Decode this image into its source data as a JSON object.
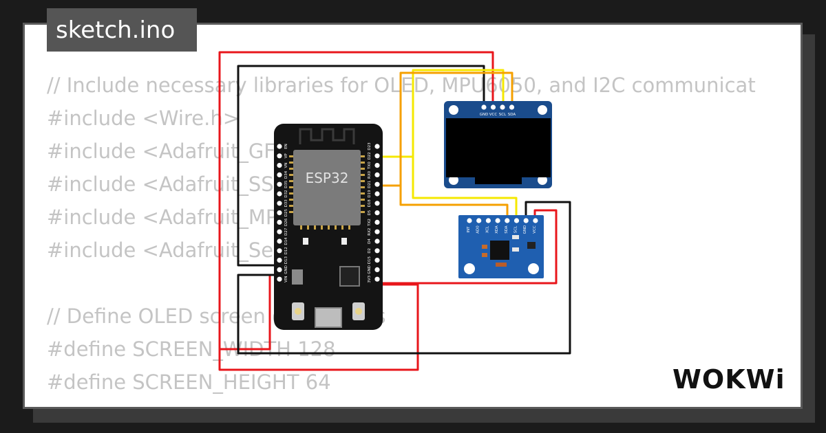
{
  "window": {
    "file_tab_label": "sketch.ino"
  },
  "code_lines": [
    "// Include necessary libraries for OLED, MPU6050, and I2C communicat",
    "#include <Wire.h>",
    "#include <Adafruit_GFX.h>",
    "#include <Adafruit_SSD1306.h>",
    "#include <Adafruit_MPU6050.h>",
    "#include <Adafruit_Sensor.h>",
    "",
    "// Define OLED screen dimensions",
    "#define SCREEN_WIDTH 128",
    "#define SCREEN_HEIGHT 64"
  ],
  "esp32": {
    "chip_label": "ESP32",
    "pins_right": [
      "D23",
      "D22",
      "TX0",
      "RX0",
      "D21",
      "D19",
      "D18",
      "D5",
      "TX2",
      "RX2",
      "D4",
      "D2",
      "D15",
      "GND",
      "3V3"
    ],
    "pins_left": [
      "EN",
      "VP",
      "VN",
      "D34",
      "D35",
      "D32",
      "D33",
      "D25",
      "D26",
      "D27",
      "D14",
      "D12",
      "D13",
      "GND",
      "VIN"
    ]
  },
  "oled": {
    "pins": [
      "GND",
      "VCC",
      "SCL",
      "SDA"
    ]
  },
  "mpu6050": {
    "pins": [
      "INT",
      "AD0",
      "XCL",
      "XDA",
      "SDA",
      "SCL",
      "GND",
      "VCC"
    ]
  },
  "logo_text": "WOKWi",
  "colors": {
    "wire_red": "#e8161b",
    "wire_black": "#111111",
    "wire_yellow": "#f5e800",
    "wire_orange": "#f5a000",
    "oled_board": "#1a4c8c",
    "mpu_board": "#1f5fb0",
    "esp_board": "#141414"
  }
}
